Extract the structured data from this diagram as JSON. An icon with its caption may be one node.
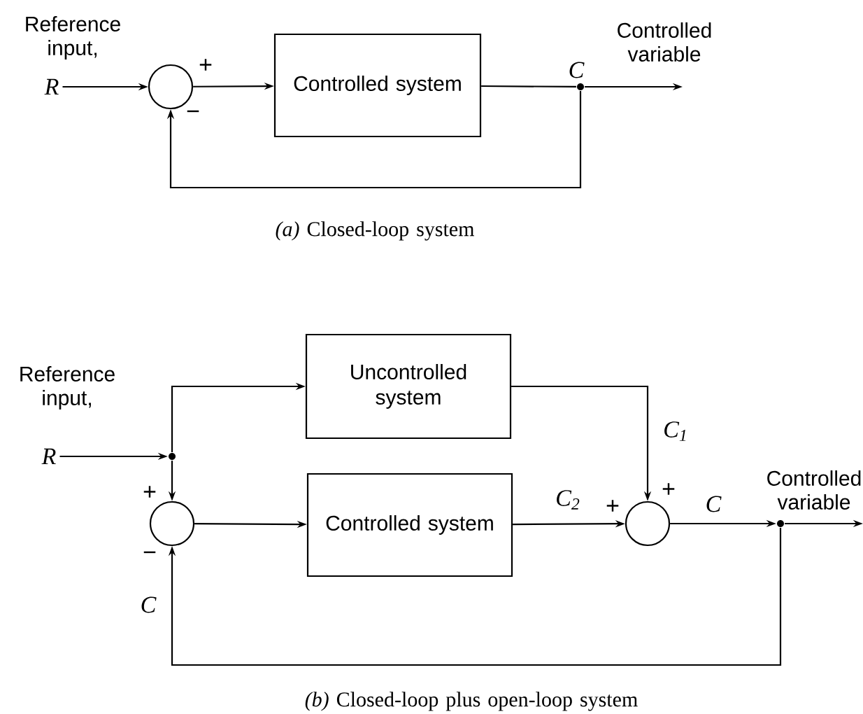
{
  "diagram": {
    "nodes": [
      {
        "text": [
          "R"
        ],
        "beside": [
          "Reference input,"
        ]
      },
      {
        "text": [],
        "shape": "circle",
        "beside": [
          "+",
          "−"
        ]
      },
      {
        "text": [
          "Controlled system"
        ]
      },
      {
        "text": [],
        "shape": "circle",
        "beside": [
          "C"
        ]
      },
      {
        "text": [
          "R"
        ],
        "beside": [
          "Reference input,"
        ]
      },
      {
        "text": [],
        "shape": "circle"
      },
      {
        "text": [
          "Uncontrolled system"
        ]
      },
      {
        "text": [],
        "shape": "circle",
        "beside": [
          "+",
          "−"
        ]
      },
      {
        "text": [
          "Controlled system"
        ]
      },
      {
        "text": [],
        "shape": "circle",
        "beside": [
          "+",
          "+"
        ]
      },
      {
        "text": [],
        "shape": "circle"
      },
      {
        "text": [
          "Controlled variable"
        ]
      },
      {
        "text": [
          "Controlled variable"
        ]
      }
    ],
    "edges": [
      {
        "from": 0,
        "to": 1,
        "arrow": "to"
      },
      {
        "from": 1,
        "to": 2,
        "arrow": "to"
      },
      {
        "from": 2,
        "to": 3,
        "arrow": "none"
      },
      {
        "from": 3,
        "to": 11,
        "arrow": "to"
      },
      {
        "from": 3,
        "to": 1,
        "arrow": "to"
      },
      {
        "from": 4,
        "to": 5,
        "arrow": "to"
      },
      {
        "from": 5,
        "to": 6,
        "arrow": "to"
      },
      {
        "from": 5,
        "to": 7,
        "arrow": "to"
      },
      {
        "from": 7,
        "to": 8,
        "arrow": "to"
      },
      {
        "from": 8,
        "to": 9,
        "arrow": "to",
        "label": "C$_{2}$"
      },
      {
        "from": 6,
        "to": 9,
        "arrow": "to",
        "label": "C$_{1}$"
      },
      {
        "from": 9,
        "to": 10,
        "arrow": "to",
        "label": "C"
      },
      {
        "from": 10,
        "to": 12,
        "arrow": "to"
      },
      {
        "from": 10,
        "to": 7,
        "arrow": "to",
        "label": "C"
      }
    ],
    "labels": [
      "*(a)* Closed-loop system",
      "*(b)* Closed-loop plus open-loop system"
    ]
  }
}
